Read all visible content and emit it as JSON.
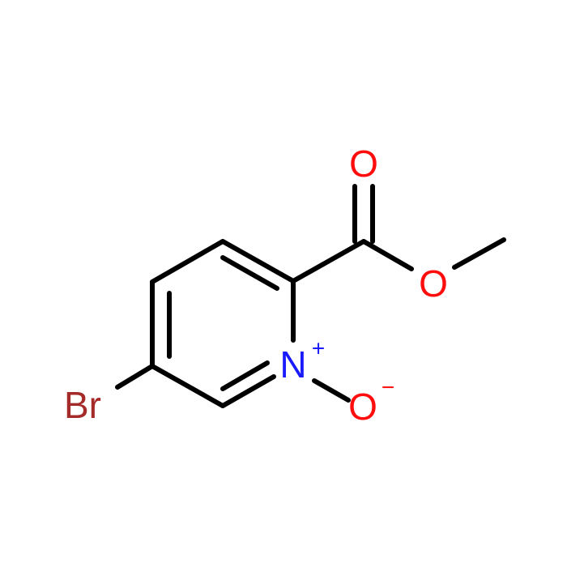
{
  "molecule": {
    "atoms": {
      "br": {
        "symbol": "Br",
        "color": "#a52a2a"
      },
      "n": {
        "symbol": "N",
        "color": "#1a1aff",
        "charge": "+"
      },
      "o_minus": {
        "symbol": "O",
        "color": "#ff0d0d",
        "charge": "−"
      },
      "o_ester": {
        "symbol": "O",
        "color": "#ff0d0d"
      },
      "o_carbonyl": {
        "symbol": "O",
        "color": "#ff0d0d"
      }
    },
    "bond_color": "#000000"
  }
}
